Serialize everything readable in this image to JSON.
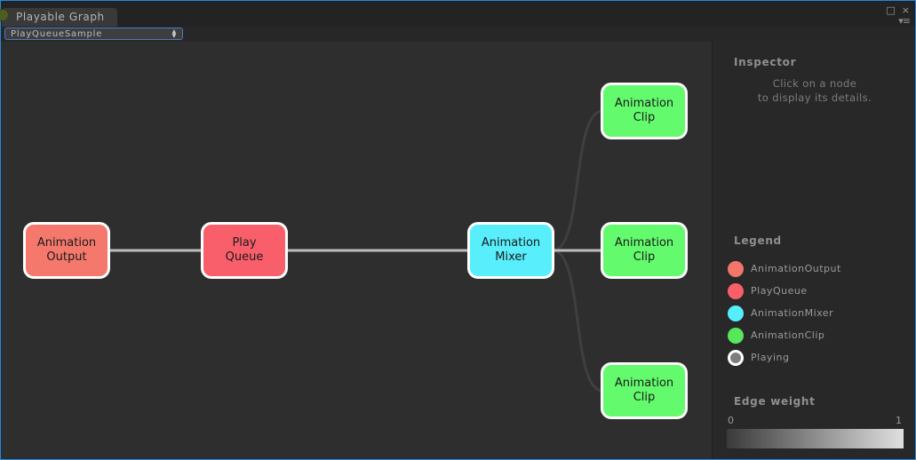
{
  "window": {
    "tab_title": "Playable Graph",
    "controls": {
      "maximize_icon": "□",
      "close_icon": "×",
      "menu_arrow_icon": "▾",
      "menu_lines_icon": "≡"
    }
  },
  "toolbar": {
    "graph_selector": {
      "value": "PlayQueueSample",
      "arrow_up": "▲",
      "arrow_down": "▼"
    }
  },
  "graph": {
    "background": "#2e2e2e",
    "edge_colors": {
      "weighted": "#bdbdbd",
      "unweighted": "#3f3f3f"
    },
    "nodes": [
      {
        "id": "animation-output",
        "label": "Animation\nOutput",
        "color": "#f4796c"
      },
      {
        "id": "play-queue",
        "label": "Play\nQueue",
        "color": "#f95f6b"
      },
      {
        "id": "animation-mixer",
        "label": "Animation\nMixer",
        "color": "#58eefb"
      },
      {
        "id": "animation-clip-top",
        "label": "Animation\nClip",
        "color": "#63fa6d"
      },
      {
        "id": "animation-clip-middle",
        "label": "Animation\nClip",
        "color": "#63fa6d"
      },
      {
        "id": "animation-clip-bottom",
        "label": "Animation\nClip",
        "color": "#63fa6d"
      }
    ],
    "edges": [
      {
        "from": "animation-output",
        "to": "play-queue",
        "weight": 1
      },
      {
        "from": "play-queue",
        "to": "animation-mixer",
        "weight": 1
      },
      {
        "from": "animation-mixer",
        "to": "animation-clip-middle",
        "weight": 1
      },
      {
        "from": "animation-mixer",
        "to": "animation-clip-top",
        "weight": 0
      },
      {
        "from": "animation-mixer",
        "to": "animation-clip-bottom",
        "weight": 0
      }
    ]
  },
  "inspector": {
    "title": "Inspector",
    "hint": "Click on a node\nto display its details."
  },
  "legend": {
    "title": "Legend",
    "items": [
      {
        "label": "AnimationOutput",
        "color": "#f4756a"
      },
      {
        "label": "PlayQueue",
        "color": "#f95f6b"
      },
      {
        "label": "AnimationMixer",
        "color": "#55eefc"
      },
      {
        "label": "AnimationClip",
        "color": "#57e75b"
      },
      {
        "label": "Playing",
        "color": "#7d7d7d"
      }
    ]
  },
  "edge_weight": {
    "title": "Edge weight",
    "min": "0",
    "max": "1",
    "gradient_from": "#3a3a3a",
    "gradient_to": "#e0e0e0"
  }
}
